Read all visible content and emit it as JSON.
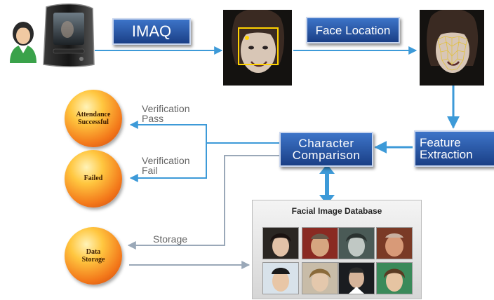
{
  "steps": {
    "imaq": "IMAQ",
    "face_location": "Face Location",
    "character_comparison_line1": "Character",
    "character_comparison_line2": "Comparison",
    "feature_extraction_line1": "Feature",
    "feature_extraction_line2": "Extraction"
  },
  "results": {
    "attendance_line1": "Attendance",
    "attendance_line2": "Successful",
    "failed": "Failed",
    "storage_line1": "Data",
    "storage_line2": "Storage"
  },
  "flow_labels": {
    "verification_pass_line1": "Verification",
    "verification_pass_line2": "Pass",
    "verification_fail_line1": "Verification",
    "verification_fail_line2": "Fail",
    "storage": "Storage"
  },
  "database": {
    "title": "Facial Image Database"
  },
  "colors": {
    "arrow": "#3d9ad8",
    "connector": "#9a9a9a",
    "step_top": "#3d74c8",
    "step_bottom": "#1a3f86",
    "ball": "#f3781a"
  },
  "icons": [
    "user-icon",
    "terminal-device-icon",
    "face-photo-icon",
    "face-mesh-photo-icon"
  ]
}
